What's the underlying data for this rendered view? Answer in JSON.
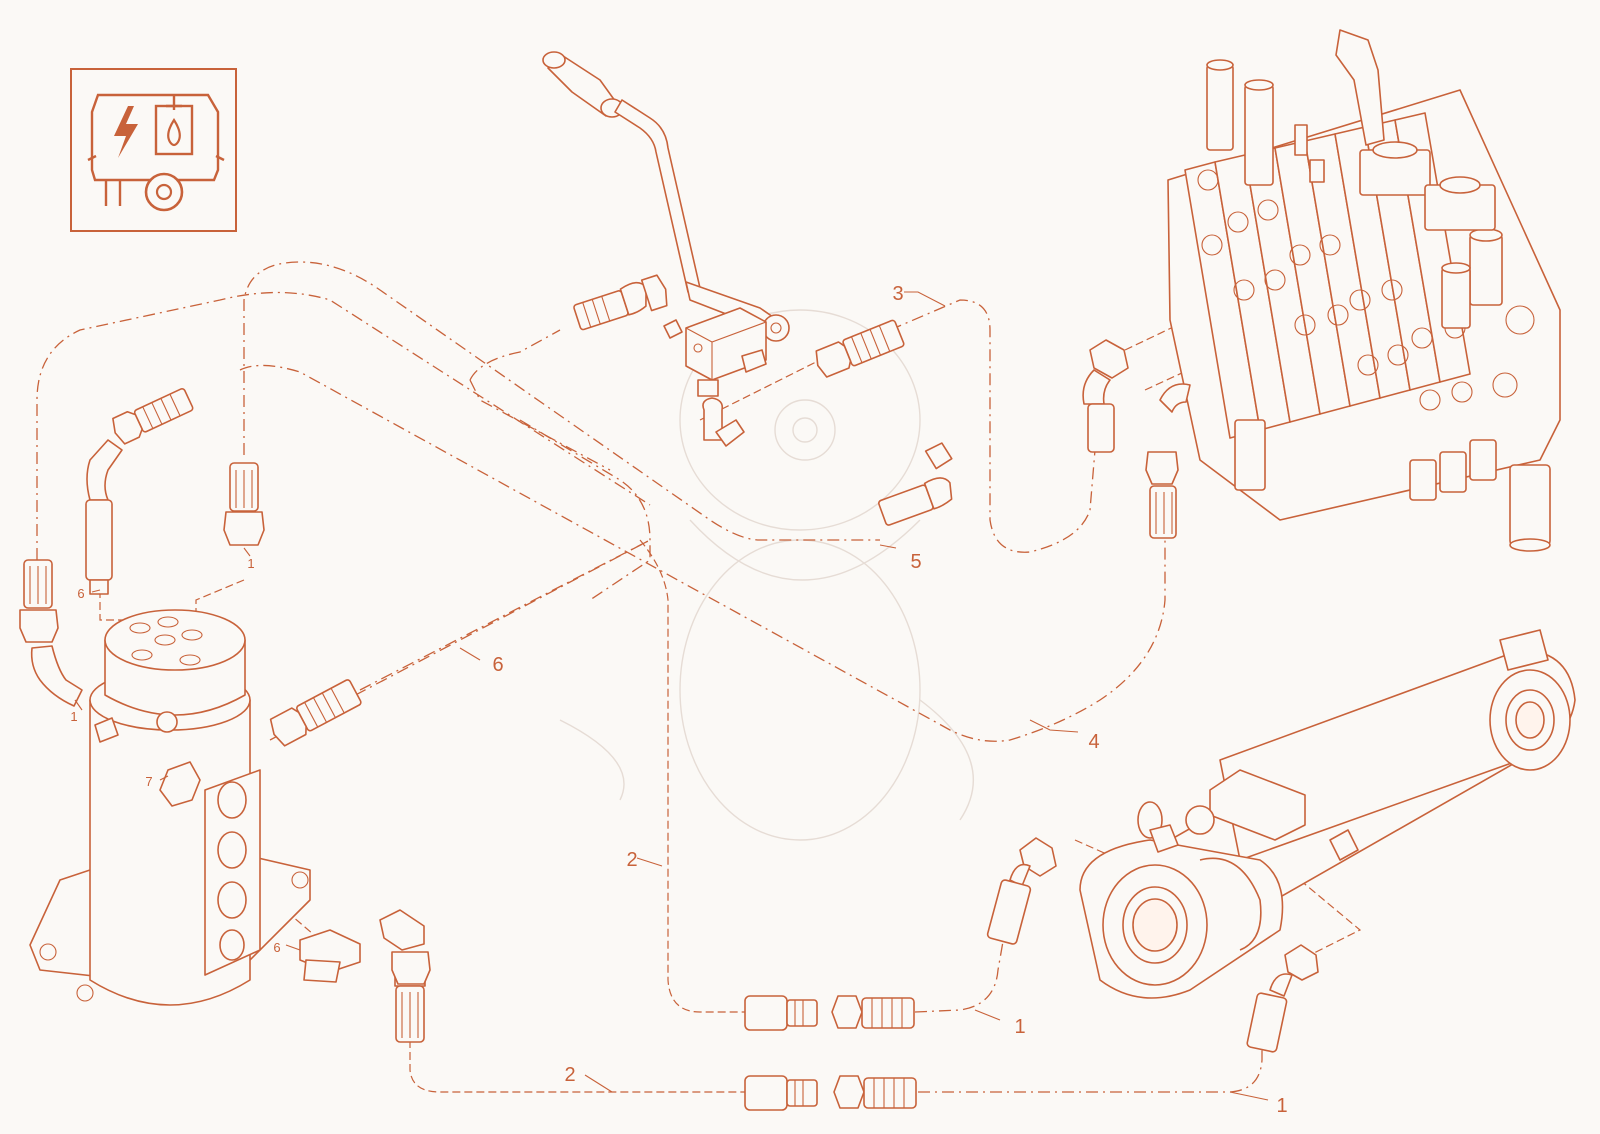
{
  "diagram": {
    "brand_color": "#c8623a",
    "background_color": "#fbf9f6",
    "icon": "electro-hydraulic-unit-icon",
    "callouts": {
      "hose_1_upper": "1",
      "hose_1_lower": "1",
      "hose_2_upper": "2",
      "hose_2_lower": "2",
      "hose_3": "3",
      "hose_4": "4",
      "hose_5": "5",
      "hose_6_middle": "6",
      "fitting_1_top": "1",
      "fitting_1_swivel": "1",
      "fitting_6_top": "6",
      "fitting_6_bottom": "6",
      "fitting_7": "7"
    }
  }
}
